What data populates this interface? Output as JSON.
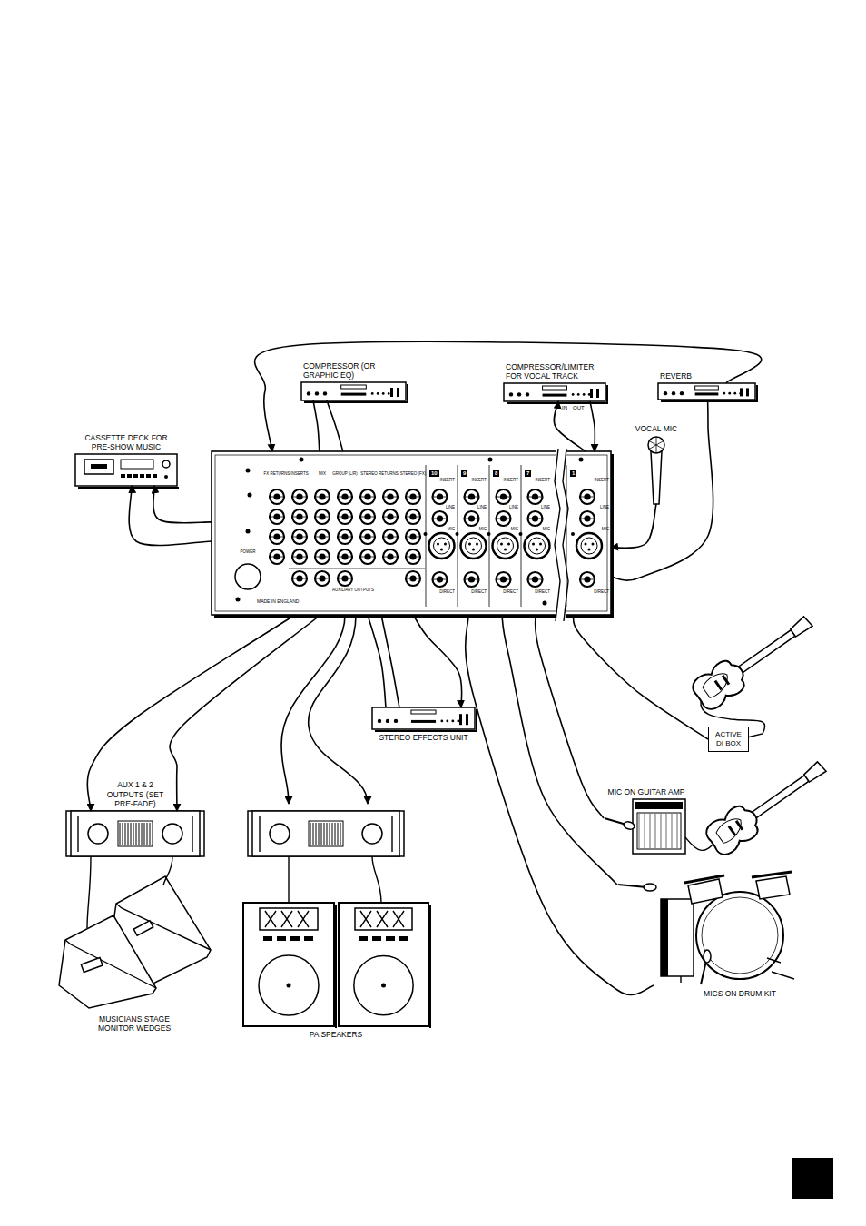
{
  "diagram": {
    "nodes": [
      {
        "text": [
          "MADE IN ENGLAND"
        ]
      },
      {
        "text": [
          "COMPRESSOR (OR GRAPHIC EQ)"
        ]
      },
      {
        "text": [
          "COMPRESSOR/LIMITER FOR VOCAL TRACK"
        ]
      },
      {
        "text": [
          "REVERB"
        ]
      },
      {
        "text": [
          "CASSETTE DECK FOR PRE-SHOW MUSIC"
        ]
      },
      {
        "text": [
          "VOCAL MIC"
        ]
      },
      {
        "text": [
          "STEREO EFFECTS UNIT"
        ]
      },
      {
        "text": [
          "AUX 1 & 2 OUTPUTS (SET PRE-FADE)"
        ]
      },
      {
        "text": [
          "PA SPEAKERS"
        ]
      },
      {
        "text": [
          "MUSICIANS STAGE MONITOR WEDGES"
        ]
      },
      {
        "text": [
          "ACTIVE DI BOX"
        ]
      },
      {
        "text": [
          "MIC ON GUITAR AMP"
        ]
      },
      {
        "text": [
          "MICS ON DRUM KIT"
        ]
      }
    ],
    "edges": [
      {
        "from": 1,
        "to": 0,
        "arrow": "none"
      },
      {
        "from": 1,
        "to": 0,
        "arrow": "none"
      },
      {
        "from": 3,
        "to": 0,
        "arrow": "to"
      },
      {
        "from": 0,
        "to": 3,
        "arrow": "none"
      },
      {
        "from": 0,
        "to": 2,
        "arrow": "to"
      },
      {
        "from": 2,
        "to": 0,
        "arrow": "to"
      },
      {
        "from": 5,
        "to": 0,
        "arrow": "to"
      },
      {
        "from": 0,
        "to": 4,
        "arrow": "to"
      },
      {
        "from": 0,
        "to": 4,
        "arrow": "to"
      },
      {
        "from": 0,
        "to": 6,
        "arrow": "to"
      },
      {
        "from": 6,
        "to": 0,
        "arrow": "none"
      },
      {
        "from": 6,
        "to": 0,
        "arrow": "none"
      },
      {
        "from": 0,
        "to": 7,
        "arrow": "to"
      },
      {
        "from": 0,
        "to": 7,
        "arrow": "to"
      },
      {
        "from": 10,
        "to": 0,
        "arrow": "none"
      },
      {
        "from": 11,
        "to": 0,
        "arrow": "none"
      },
      {
        "from": 12,
        "to": 0,
        "arrow": "none"
      },
      {
        "from": 12,
        "to": 0,
        "arrow": "none"
      }
    ],
    "labels": [
      "FX RETURNS",
      "INSERTS",
      "MIX",
      "GROUP (L/R)",
      "STEREO RETURNS",
      "STEREO (FX)",
      "POWER",
      "AUXILIARY OUTPUTS",
      "10",
      "INSERT",
      "LINE",
      "MIC",
      "DIRECT",
      "9",
      "INSERT",
      "LINE",
      "MIC",
      "DIRECT",
      "8",
      "INSERT",
      "LINE",
      "MIC",
      "DIRECT",
      "7",
      "INSERT",
      "LINE",
      "MIC",
      "DIRECT",
      "1",
      "INSERT",
      "LINE",
      "MIC",
      "DIRECT",
      "IN",
      "OUT"
    ]
  }
}
